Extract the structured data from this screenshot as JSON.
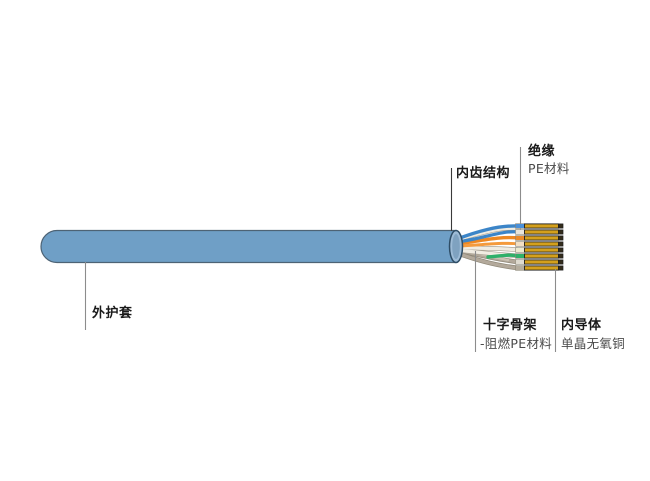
{
  "diagram": {
    "subject": "cable-structure-cutaway",
    "labels": {
      "outer_sheath": {
        "title": "外护套"
      },
      "inner_tooth": {
        "title": "内齿结构"
      },
      "insulation": {
        "title": "绝缘",
        "subtitle": "PE材料"
      },
      "cross_frame": {
        "title": "十字骨架",
        "subtitle": "-阻燃PE材料"
      },
      "inner_conductor": {
        "title": "内导体",
        "subtitle": "单晶无氧铜"
      }
    },
    "conductor_count": 8,
    "pair_colors": [
      "blue",
      "white",
      "orange",
      "white-orange",
      "white",
      "green",
      "white",
      "grey"
    ]
  },
  "colors": {
    "jacket": "#6f9fc6",
    "jacket_outline": "#4d6375",
    "mouth_rim": "#9dbbd6",
    "copper": "#d4a01c",
    "copper_tip": "#332c1c",
    "wire_blue": "#3c85c8",
    "wire_orange": "#ee8822",
    "wire_orange_light": "#f49a3c",
    "wire_white": "#f0ece2",
    "wire_grey": "#b3a99b",
    "wire_green": "#2eb06a",
    "leader_grey": "#8c8c8c",
    "leader_dark": "#3a3a3a",
    "insulation": [
      "#4a90d9",
      "#e9e5da",
      "#ea8a2a",
      "#f2dfc4",
      "#ecead f",
      "#2eb06a",
      "#dedacf",
      "#b5ad9e"
    ]
  }
}
